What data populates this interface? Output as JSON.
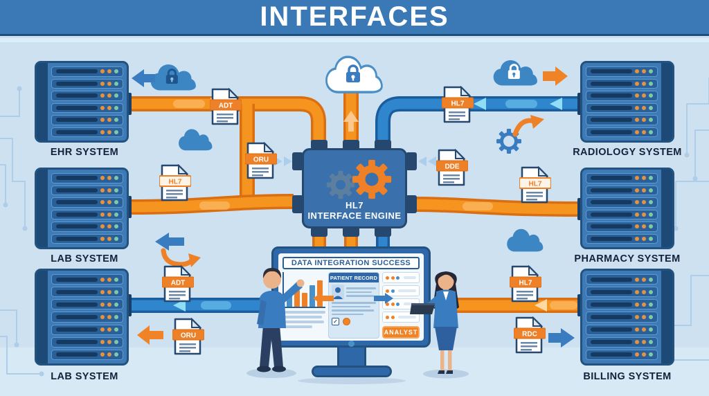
{
  "header": {
    "title": "INTERFACES"
  },
  "engine": {
    "line1": "HL7",
    "line2": "INTERFACE ENGINE"
  },
  "systems": {
    "left": [
      {
        "label": "EHR SYSTEM"
      },
      {
        "label": "LAB SYSTEM"
      },
      {
        "label": "LAB SYSTEM"
      }
    ],
    "right": [
      {
        "label": "RADIOLOGY SYSTEM"
      },
      {
        "label": "PHARMACY SYSTEM"
      },
      {
        "label": "BILLING SYSTEM"
      }
    ]
  },
  "documents": {
    "left": [
      {
        "label": "ADT"
      },
      {
        "label": "ORU"
      },
      {
        "label": "HL7"
      },
      {
        "label": "ADT"
      },
      {
        "label": "ORU"
      }
    ],
    "right": [
      {
        "label": "HL7"
      },
      {
        "label": "DDE"
      },
      {
        "label": "HL7"
      },
      {
        "label": "HL7"
      },
      {
        "label": "RDC"
      }
    ]
  },
  "monitor": {
    "banner": "DATA INTEGRATION SUCCESS",
    "patient_card": {
      "title": "PATIENT RECORD",
      "check_glyph": "✓"
    },
    "analyst_button": "ANALYST",
    "chart": {
      "bars": [
        {
          "h": 16,
          "color": "#4a90c8"
        },
        {
          "h": 24,
          "color": "#ee8127"
        },
        {
          "h": 20,
          "color": "#ee8127"
        },
        {
          "h": 31,
          "color": "#4a90c8"
        },
        {
          "h": 38,
          "color": "#ee8127"
        }
      ]
    },
    "list_rows": [
      [
        "#ee8127",
        "#ee8127",
        "#4a90c8"
      ],
      [
        "#ee8127",
        "#4a90c8"
      ],
      [
        "#ee8127",
        "#ee8127",
        "#4a90c8"
      ],
      [
        "#ee8127",
        "#ee8127"
      ]
    ]
  },
  "colors": {
    "banner_blue": "#3a79b5",
    "pipe_orange": "#f5941f",
    "pipe_blue": "#2f86cc",
    "server_blue": "#3d7ab6",
    "outline_navy": "#24527f",
    "background": "#cde1f1",
    "accent_orange": "#f08326",
    "status_green": "#7fc9a6"
  }
}
